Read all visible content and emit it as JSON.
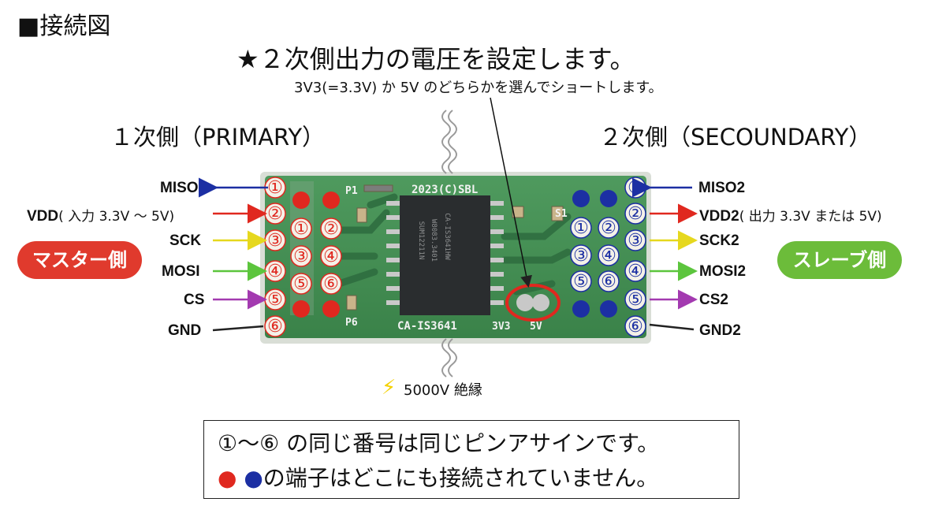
{
  "title": "■接続図",
  "note": {
    "main": "★２次側出力の電圧を設定します。",
    "sub": "3V3(=3.3V) か 5V のどちらかを選んでショートします。"
  },
  "primary_heading": "１次側（PRIMARY）",
  "secondary_heading": "２次側（SECOUNDARY）",
  "left_labels": [
    {
      "name": "MISO",
      "suffix": ""
    },
    {
      "name": "VDD",
      "suffix": "( 入力 3.3V 〜 5V)"
    },
    {
      "name": "SCK",
      "suffix": ""
    },
    {
      "name": "MOSI",
      "suffix": ""
    },
    {
      "name": "CS",
      "suffix": ""
    },
    {
      "name": "GND",
      "suffix": ""
    }
  ],
  "right_labels": [
    {
      "name": "MISO2",
      "suffix": ""
    },
    {
      "name": "VDD2",
      "suffix": "( 出力 3.3V または 5V)"
    },
    {
      "name": "SCK2",
      "suffix": ""
    },
    {
      "name": "MOSI2",
      "suffix": ""
    },
    {
      "name": "CS2",
      "suffix": ""
    },
    {
      "name": "GND2",
      "suffix": ""
    }
  ],
  "master_pill": "マスター側",
  "slave_pill": "スレーブ側",
  "board": {
    "silk_top": "2023(C)SBL",
    "silk_p1": "P1",
    "silk_p6": "P6",
    "silk_s1": "S1",
    "silk_part": "CA-IS3641",
    "silk_3v3": "3V3",
    "silk_5v": "5V",
    "chip_line1": "CA-IS3641HW",
    "chip_line2": "W8083.3401",
    "chip_line3": "SUM12211N"
  },
  "isolation": "5000V 絶縁",
  "bolt_icon": "⚡",
  "footer": {
    "line1": "①〜⑥ の同じ番号は同じピンアサインです。",
    "line2_dot_red": "●",
    "line2_dot_blue": "●",
    "line2_text": "の端子はどこにも接続されていません。"
  },
  "pin_numbers": [
    "①",
    "②",
    "③",
    "④",
    "⑤",
    "⑥"
  ],
  "colors": {
    "red": "#e0281f",
    "blue": "#1c2fa3",
    "yellow": "#f2ea2a",
    "green": "#5cc53d",
    "purple": "#a33ab0",
    "pcb": "#3d8c52",
    "pcb_dark": "#2f6e40",
    "circle_highlight": "#e0281f"
  }
}
